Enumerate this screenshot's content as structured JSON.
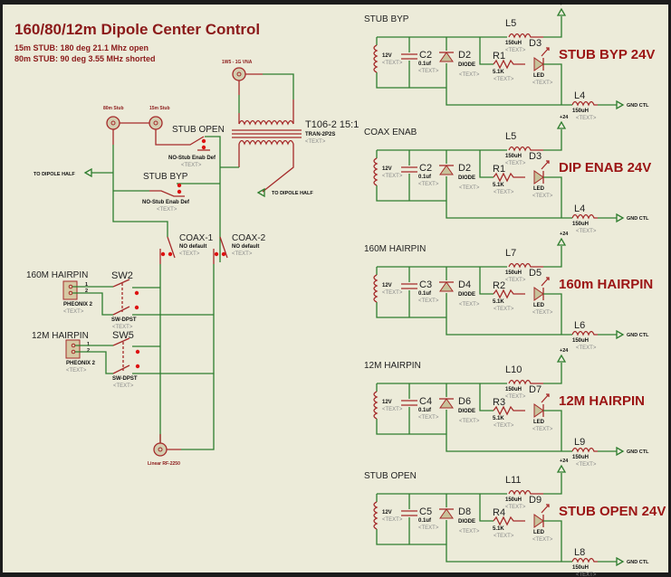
{
  "title": "160/80/12m Dipole Center Control",
  "notes": [
    "15m STUB:  180 deg 21.1 Mhz open",
    "80m STUB:  90 deg 3.55 MHz shorted"
  ],
  "placeholder": "<TEXT>",
  "left": {
    "connectors": {
      "stub80": "80m Stub",
      "stub15": "15m Stub",
      "vna": "1W5 - 1G VNA",
      "bottom": "Linear RF-2250"
    },
    "transformer": {
      "ref": "T106-2 15:1",
      "value": "TRAN-2P2S"
    },
    "relays": [
      {
        "label": "STUB OPEN",
        "value": "NO-Stub Enab Def"
      },
      {
        "label": "STUB BYP",
        "value": "NO-Stub Enab Def"
      },
      {
        "label": "COAX-1",
        "value": "NO default"
      },
      {
        "label": "COAX-2",
        "value": "NO default"
      }
    ],
    "dipole_terminals": [
      "TO DIPOLE HALF",
      "TO DIPOLE HALF"
    ],
    "hairpins": [
      {
        "label": "160M HAIRPIN",
        "conn": "PHEONIX 2",
        "switch": "SW2",
        "switch_value": "SW-DPST",
        "pins": [
          "1",
          "2"
        ]
      },
      {
        "label": "12M HAIRPIN",
        "conn": "PHEONIX 2",
        "switch": "SW5",
        "switch_value": "SW-DPST",
        "pins": [
          "1",
          "2"
        ]
      }
    ]
  },
  "right": {
    "circuits": [
      {
        "name": "STUB BYP",
        "banner": "STUB BYP 24V",
        "coil": "12V",
        "cap": "C2",
        "cap_value": "0.1uf",
        "diode": "D2",
        "diode_value": "DIODE",
        "res": "R1",
        "res_value": "5.1K",
        "led": "D3",
        "led_value": "LED",
        "l_top": "L5",
        "l_top_value": "150uH",
        "l_bot": "L4",
        "l_bot_value": "150uH",
        "supply": "+",
        "gnd": "GND CTL"
      },
      {
        "name": "COAX ENAB",
        "banner": "DIP ENAB 24V",
        "coil": "12V",
        "cap": "C2",
        "cap_value": "0.1uf",
        "diode": "D2",
        "diode_value": "DIODE",
        "res": "R1",
        "res_value": "5.1K",
        "led": "D3",
        "led_value": "LED",
        "l_top": "L5",
        "l_top_value": "150uH",
        "l_bot": "L4",
        "l_bot_value": "150uH",
        "supply": "+24",
        "gnd": "GND CTL"
      },
      {
        "name": "160M HAIRPIN",
        "banner": "160m HAIRPIN",
        "coil": "12V",
        "cap": "C3",
        "cap_value": "0.1uf",
        "diode": "D4",
        "diode_value": "DIODE",
        "res": "R2",
        "res_value": "5.1K",
        "led": "D5",
        "led_value": "LED",
        "l_top": "L7",
        "l_top_value": "150uH",
        "l_bot": "L6",
        "l_bot_value": "150uH",
        "supply": "+24",
        "gnd": "GND CTL"
      },
      {
        "name": "12M HAIRPIN",
        "banner": "12M HAIRPIN",
        "coil": "12V",
        "cap": "C4",
        "cap_value": "0.1uf",
        "diode": "D6",
        "diode_value": "DIODE",
        "res": "R3",
        "res_value": "5.1K",
        "led": "D7",
        "led_value": "LED",
        "l_top": "L10",
        "l_top_value": "150uH",
        "l_bot": "L9",
        "l_bot_value": "150uH",
        "supply": "+24",
        "gnd": "GND CTL"
      },
      {
        "name": "STUB OPEN",
        "banner": "STUB OPEN 24V",
        "coil": "12V",
        "cap": "C5",
        "cap_value": "0.1uf",
        "diode": "D8",
        "diode_value": "DIODE",
        "res": "R4",
        "res_value": "5.1K",
        "led": "D9",
        "led_value": "LED",
        "l_top": "L11",
        "l_top_value": "150uH",
        "l_bot": "L8",
        "l_bot_value": "150uH",
        "supply": "+24",
        "gnd": "GND CTL"
      }
    ]
  }
}
